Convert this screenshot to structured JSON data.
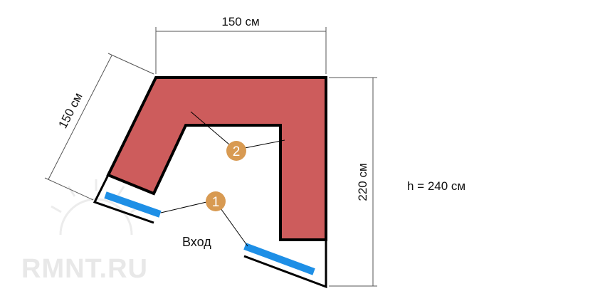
{
  "diagram": {
    "dimensions": {
      "top_width": "150 см",
      "left_diagonal": "150 см",
      "right_height": "220 см",
      "room_height": "h = 240 см"
    },
    "labels": {
      "entrance": "Вход",
      "marker_1": "1",
      "marker_2": "2"
    },
    "watermark": "RMNT.RU",
    "colors": {
      "shelving_fill": "#cd5c5c",
      "mirror_blue": "#1e8fe6",
      "marker_fill": "#d89a52",
      "outline": "#000000",
      "watermark": "#e6e6e6"
    }
  }
}
